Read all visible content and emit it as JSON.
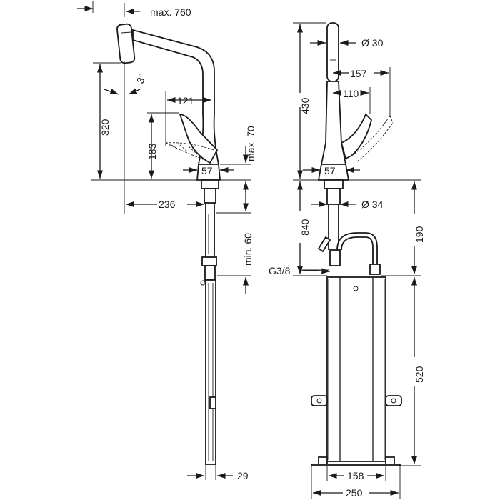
{
  "side_view": {
    "max_reach": "max. 760",
    "spout_tilt": "3°",
    "spout_height": "320",
    "lever_reach": "121",
    "lever_height": "183",
    "base_to_lever_max": "max. 70",
    "base_diameter": "57",
    "offset": "236",
    "deck_thickness_min": "min. 60",
    "hose_width": "29"
  },
  "front_view": {
    "total_height": "430",
    "spout_diameter": "Ø 30",
    "lever_swing_outer": "157",
    "lever_swing_inner": "110",
    "base_diameter": "57",
    "hole_diameter": "Ø 34",
    "hose_length": "840",
    "connection": "G3/8",
    "hose_loop": "190",
    "box_height": "520",
    "box_inner_width": "158",
    "box_outer_width": "250"
  }
}
